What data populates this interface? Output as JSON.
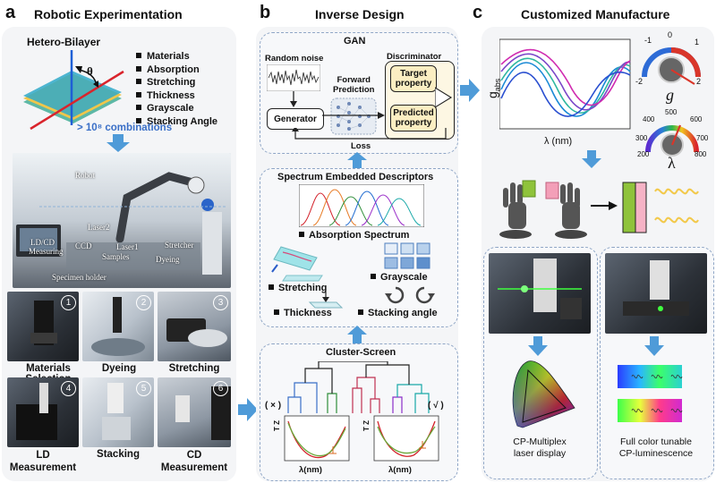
{
  "panel_a": {
    "letter": "a",
    "title": "Robotic  Experimentation",
    "bilayer_title": "Hetero-Bilayer",
    "theta": "θ",
    "features": [
      "Materials",
      "Absorption",
      "Stretching",
      "Thickness",
      "Grayscale",
      "Stacking Angle"
    ],
    "combinations": "> 10⁸ combinations",
    "photo_labels": {
      "robot": "Robot",
      "laser2": "Laser2",
      "ldcd": "LD/CD",
      "measuring": "Measuring",
      "ccd": "CCD",
      "laser1": "Laser1",
      "stretcher": "Stretcher",
      "samples": "Samples",
      "dyeing": "Dyeing",
      "specimen_holder": "Specimen holder"
    },
    "steps": [
      {
        "num": "1",
        "caption": "Materials Selection"
      },
      {
        "num": "2",
        "caption": "Dyeing"
      },
      {
        "num": "3",
        "caption": "Stretching"
      },
      {
        "num": "4",
        "caption": "LD\nMeasurement"
      },
      {
        "num": "5",
        "caption": "Stacking"
      },
      {
        "num": "6",
        "caption": "CD\nMeasurement"
      }
    ]
  },
  "panel_b": {
    "letter": "b",
    "title": "Inverse Design",
    "gan": {
      "title": "GAN",
      "random_noise": "Random noise",
      "generator": "Generator",
      "forward_prediction": "Forward\nPrediction",
      "discriminator": "Discriminator",
      "target_property": "Target\nproperty",
      "predicted_property": "Predicted\nproperty",
      "loss": "Loss"
    },
    "descriptors": {
      "title": "Spectrum Embedded Descriptors",
      "absorption": "Absorption Spectrum",
      "stretching": "Stretching",
      "grayscale": "Grayscale",
      "thickness": "Thickness",
      "stacking_angle": "Stacking angle"
    },
    "cluster": {
      "title": "Cluster-Screen",
      "cross": "( × )",
      "check": "( √ )",
      "xlabel": "λ(nm)",
      "ylabel": "T Z"
    }
  },
  "panel_c": {
    "letter": "c",
    "title": "Customized Manufacture",
    "chart_ylabel": "g",
    "chart_ylabel_sub": "abs",
    "chart_xlabel": "λ (nm)",
    "gauge_g": {
      "symbol": "g",
      "ticks": [
        "-1",
        "0",
        "1",
        "-2",
        "2"
      ]
    },
    "gauge_lambda": {
      "symbol": "λ",
      "ticks": [
        "400",
        "500",
        "600",
        "300",
        "700",
        "200",
        "800"
      ]
    },
    "laser_caption": "CP-Multiplex\nlaser display",
    "lum_caption": "Full color tunable\nCP-luminescence"
  },
  "colors": {
    "arrow_blue": "#4f9bd8",
    "dash_border": "#8fa6c6",
    "panel_bg": "#f4f5f7"
  }
}
